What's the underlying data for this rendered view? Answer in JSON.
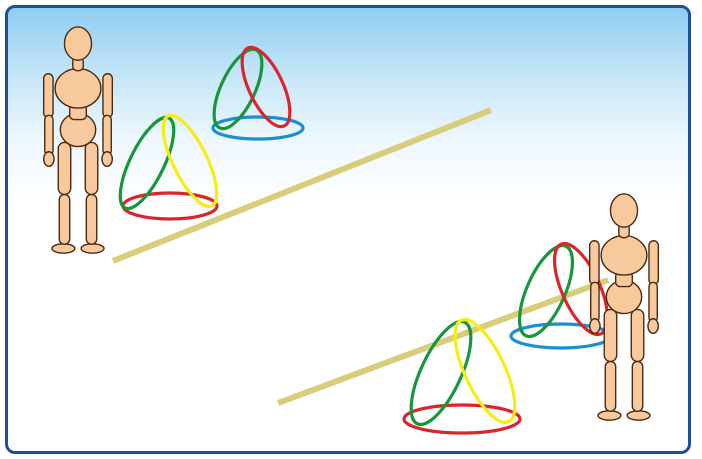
{
  "scene": {
    "frame_color": "#1f4f9a",
    "sky_color": "#8fcdf2",
    "stick_color": "#d8cd7a",
    "figure": {
      "skin": "#f7c99c",
      "outline": "#4a2a12"
    },
    "hoop_colors": {
      "green": "#17963a",
      "red": "#d8262b",
      "yellow": "#f6ee12",
      "blue": "#1d8fd0"
    },
    "hoop_sets": [
      {
        "name": "hoop-set-top-left",
        "base": "red",
        "left_arch": "green",
        "right_arch": "yellow"
      },
      {
        "name": "hoop-set-top-center",
        "base": "blue",
        "left_arch": "green",
        "right_arch": "red"
      },
      {
        "name": "hoop-set-bottom-right",
        "base": "blue",
        "left_arch": "green",
        "right_arch": "red"
      },
      {
        "name": "hoop-set-bottom-center",
        "base": "red",
        "left_arch": "green",
        "right_arch": "yellow"
      }
    ],
    "figures": [
      "mannequin-left",
      "mannequin-right"
    ],
    "sticks": [
      "stick-upper",
      "stick-lower"
    ]
  }
}
